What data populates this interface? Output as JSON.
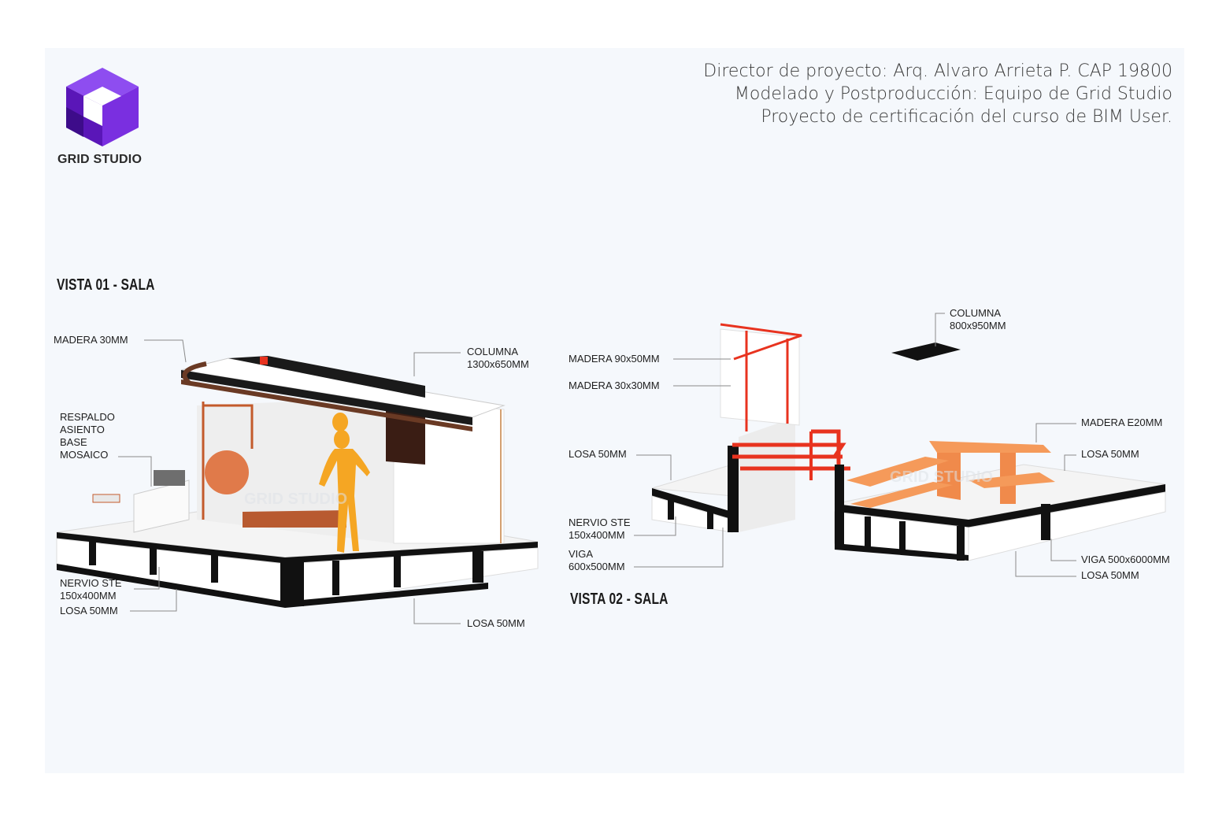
{
  "brand": {
    "name": "GRID STUDIO",
    "logo_icon": "grid-studio-cube-logo-icon",
    "accent": "#6a1fc9"
  },
  "credits": [
    "Director de proyecto: Arq. Alvaro Arrieta P. CAP 19800",
    "Modelado y Postproducción: Equipo de Grid Studio",
    "Proyecto de certificación del curso de BIM User."
  ],
  "watermark": "GRID STUDIO",
  "view1": {
    "title": "VISTA 01 - SALA",
    "labels": {
      "madera_30": "MADERA 30MM",
      "columna_line1": "COLUMNA",
      "columna_line2": "1300x650MM",
      "respaldo": "RESPALDO",
      "asiento": "ASIENTO",
      "base": "BASE",
      "mosaico": "MOSAICO",
      "nervio_line1": "NERVIO STE",
      "nervio_line2": "150x400MM",
      "losa_left": "LOSA 50MM",
      "losa_right": "LOSA 50MM"
    }
  },
  "view2": {
    "title": "VISTA 02 - SALA",
    "labels": {
      "columna_line1": "COLUMNA",
      "columna_line2": "800x950MM",
      "madera_90x50": "MADERA 90x50MM",
      "madera_30x30": "MADERA 30x30MM",
      "losa_left": "LOSA 50MM",
      "nervio_line1": "NERVIO STE",
      "nervio_line2": "150x400MM",
      "viga_line1": "VIGA",
      "viga_line2": "600x500MM",
      "madera_e20": "MADERA E20MM",
      "losa_right_top": "LOSA 50MM",
      "viga_right": "VIGA 500x6000MM",
      "losa_right_bottom": "LOSA 50MM"
    }
  },
  "colors": {
    "structure": "#1a1a1a",
    "wood_orange": "#f08a4b",
    "steel_red": "#e8331f",
    "figure": "#f5a623"
  }
}
